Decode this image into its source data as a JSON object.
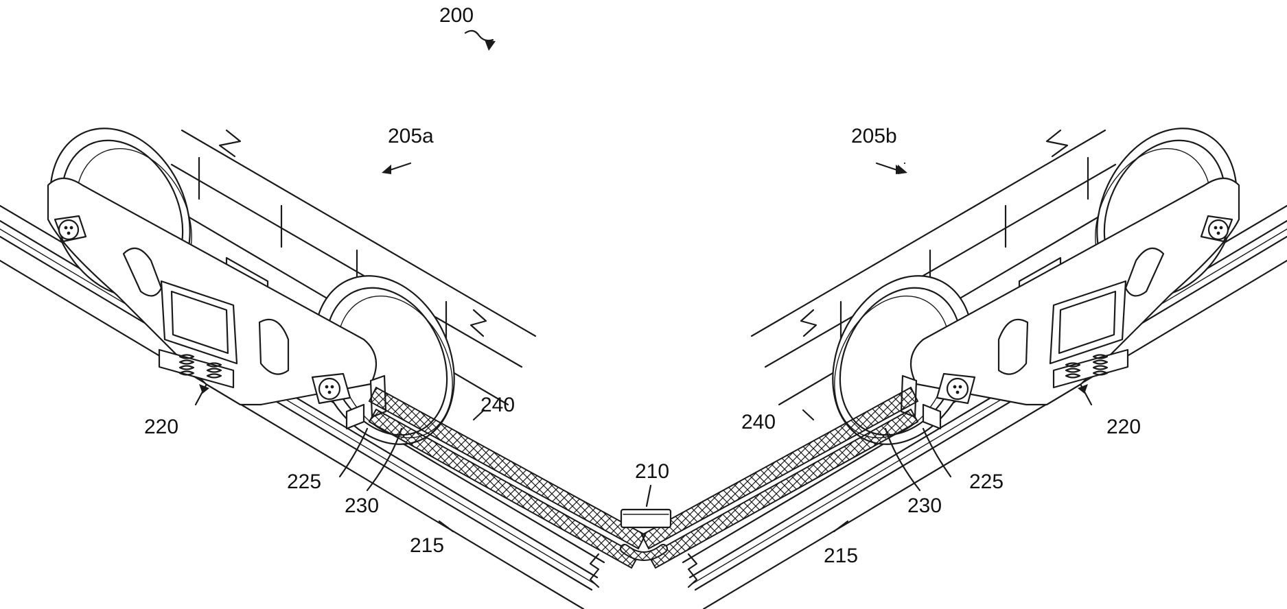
{
  "figure": {
    "main_ref": "200",
    "bogie_left_ref": "205a",
    "bogie_right_ref": "205b",
    "connector_ref": "210",
    "rail_left_ref": "215",
    "rail_right_ref": "215",
    "spring_left_ref": "220",
    "spring_right_ref": "220",
    "bracket_left_ref": "225",
    "bracket_right_ref": "225",
    "anchor_left_ref": "230",
    "anchor_right_ref": "230",
    "cable_left_ref": "240",
    "cable_right_ref": "240"
  },
  "colors": {
    "ink": "#1a1a1a",
    "paper": "#ffffff"
  }
}
